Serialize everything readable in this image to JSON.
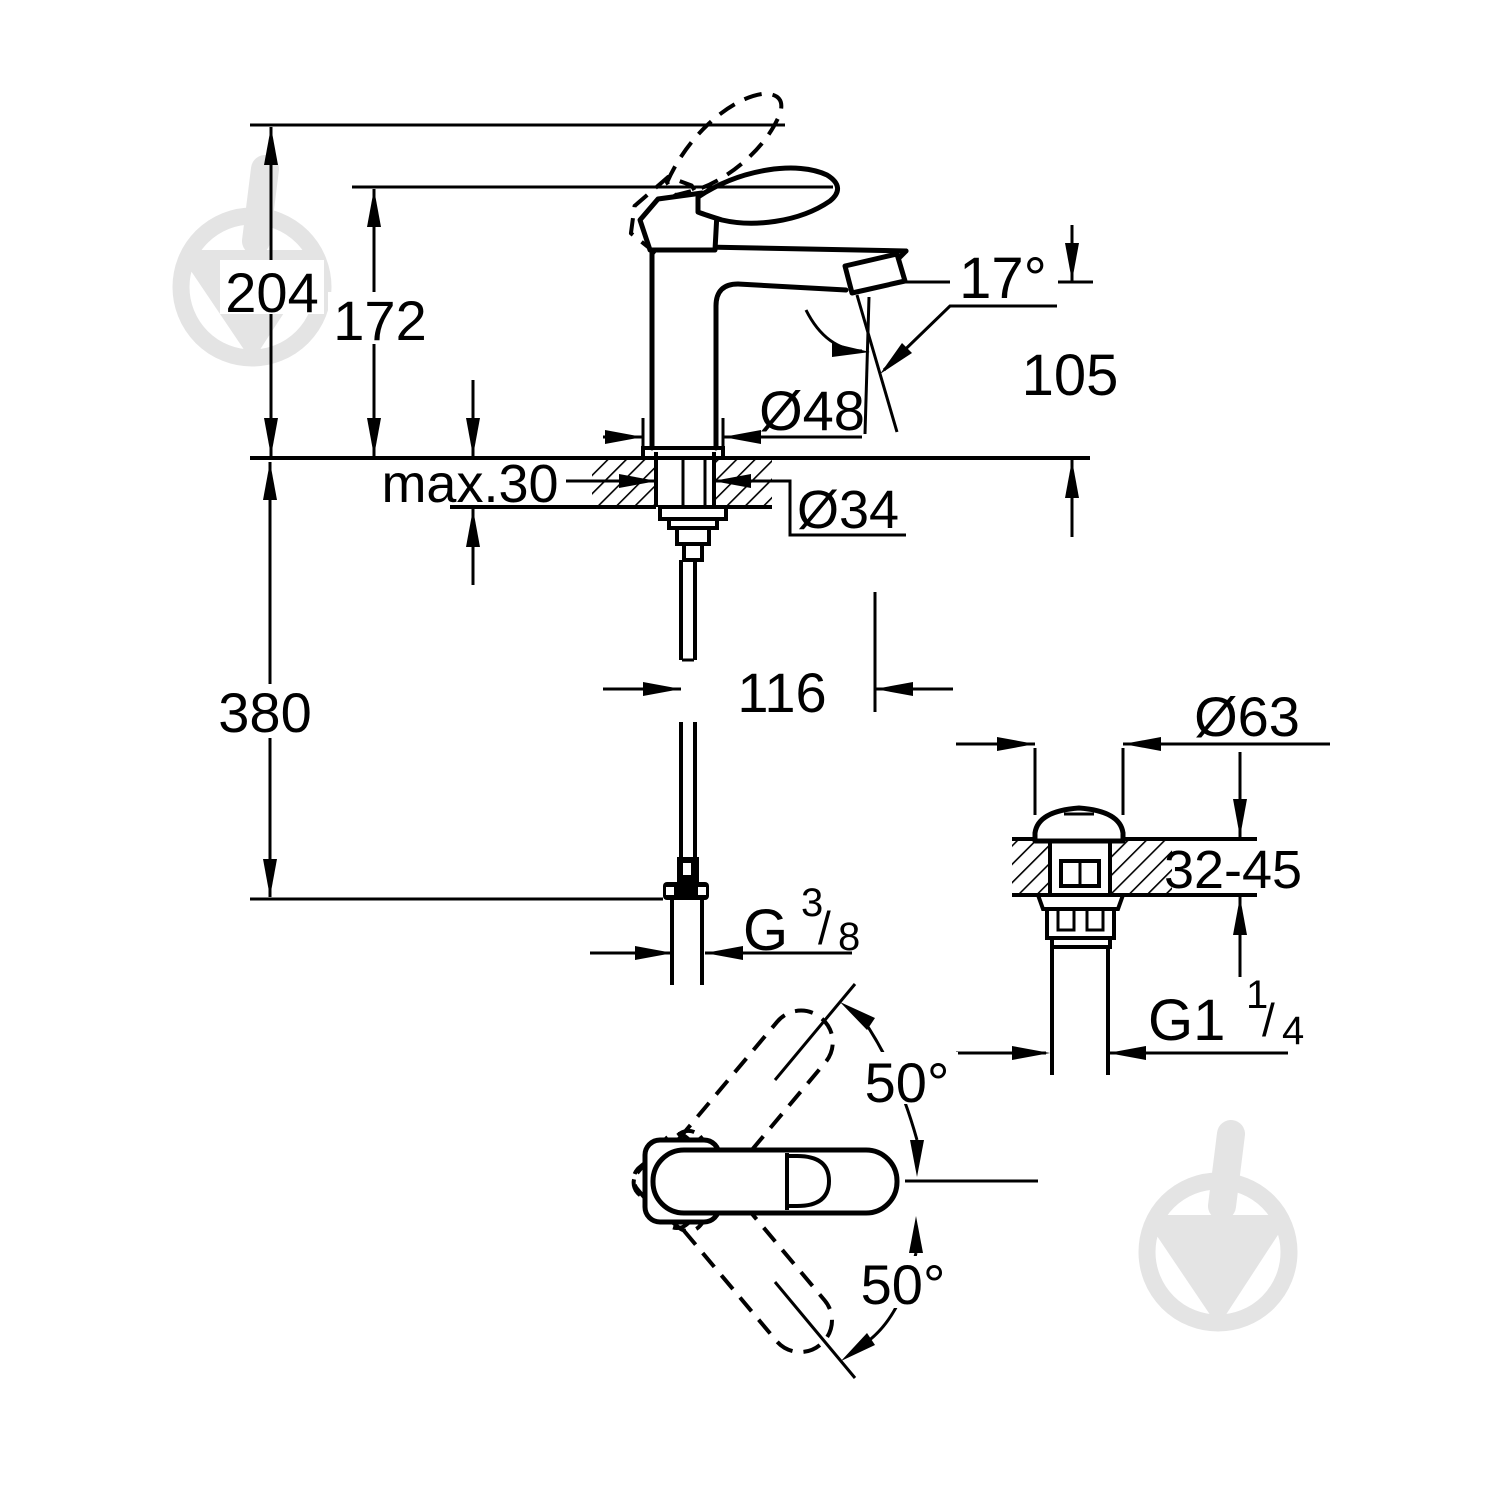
{
  "drawing": {
    "type": "technical-dimension-drawing",
    "subject": "single-lever basin mixer faucet with pop-up waste drain",
    "views": [
      "front-view",
      "waste-drain-section",
      "handle-top-view"
    ]
  },
  "front_view": {
    "overall_height": "204",
    "spout_tip_height": "172",
    "max_deck_thickness": "max.30",
    "base_diameter": "Ø48",
    "shank_diameter": "Ø34",
    "spout_angle": "17°",
    "outlet_height": "105",
    "hose_length": "380",
    "spout_reach": "116",
    "supply_thread": {
      "prefix": "G",
      "numerator": "3",
      "slash": "/",
      "denominator": "8"
    }
  },
  "drain_view": {
    "flange_diameter": "Ø63",
    "basin_thickness_range": "32-45",
    "drain_thread": {
      "prefix": "G1",
      "numerator": "1",
      "slash": "/",
      "denominator": "4"
    }
  },
  "top_view": {
    "swivel_angle_up": "50°",
    "swivel_angle_down": "50°"
  },
  "colors": {
    "ink": "#000000",
    "paper": "#ffffff",
    "watermark": "#e4e4e4"
  }
}
